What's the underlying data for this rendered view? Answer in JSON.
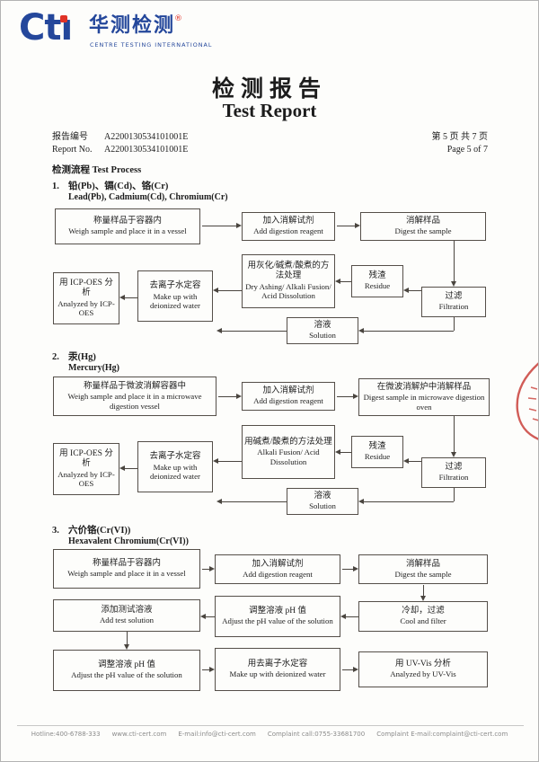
{
  "logo": {
    "brand": "Ctı",
    "brand_zh": "华测检测",
    "brand_en": "CENTRE TESTING INTERNATIONAL",
    "registered_mark": "®"
  },
  "header": {
    "title_zh": "检测报告",
    "title_en": "Test Report",
    "report_no_label_zh": "报告编号",
    "report_no_label_en": "Report No.",
    "report_no_value": "A2200130534101001E",
    "page_zh": "第 5 页  共 7 页",
    "page_en": "Page 5 of 7",
    "process_title": "检测流程 Test Process"
  },
  "sections": [
    {
      "number": "1.",
      "heading_zh": "铅(Pb)、镉(Cd)、铬(Cr)",
      "heading_en": "Lead(Pb), Cadmium(Cd), Chromium(Cr)",
      "boxes": {
        "weigh": {
          "zh": "称量样品于容器内",
          "en": "Weigh sample and place it in a vessel"
        },
        "reagent": {
          "zh": "加入消解试剂",
          "en": "Add digestion reagent"
        },
        "digest": {
          "zh": "消解样品",
          "en": "Digest the sample"
        },
        "filtration": {
          "zh": "过滤",
          "en": "Filtration"
        },
        "residue": {
          "zh": "残渣",
          "en": "Residue"
        },
        "treatment": {
          "zh": "用灰化/碱煮/酸煮的方法处理",
          "en": "Dry Ashing/ Alkali Fusion/ Acid Dissolution"
        },
        "makeup": {
          "zh": "去离子水定容",
          "en": "Make up with deionized water"
        },
        "analyze": {
          "zh": "用 ICP-OES 分析",
          "en": "Analyzed by ICP-OES"
        },
        "solution": {
          "zh": "溶液",
          "en": "Solution"
        }
      }
    },
    {
      "number": "2.",
      "heading_zh": "汞(Hg)",
      "heading_en": "Mercury(Hg)",
      "boxes": {
        "weigh": {
          "zh": "称量样品于微波消解容器中",
          "en": "Weigh sample and place it in a microwave digestion vessel"
        },
        "reagent": {
          "zh": "加入消解试剂",
          "en": "Add digestion reagent"
        },
        "digest": {
          "zh": "在微波消解炉中消解样品",
          "en": "Digest sample in microwave digestion oven"
        },
        "filtration": {
          "zh": "过滤",
          "en": "Filtration"
        },
        "residue": {
          "zh": "残渣",
          "en": "Residue"
        },
        "treatment": {
          "zh": "用碱煮/酸煮的方法处理",
          "en": "Alkali Fusion/ Acid Dissolution"
        },
        "makeup": {
          "zh": "去离子水定容",
          "en": "Make up with deionized water"
        },
        "analyze": {
          "zh": "用 ICP-OES 分析",
          "en": "Analyzed by ICP-OES"
        },
        "solution": {
          "zh": "溶液",
          "en": "Solution"
        }
      }
    },
    {
      "number": "3.",
      "heading_zh": "六价铬(Cr(VI))",
      "heading_en": "Hexavalent Chromium(Cr(VI))",
      "boxes": {
        "weigh": {
          "zh": "称量样品于容器内",
          "en": "Weigh sample and place it in a vessel"
        },
        "reagent": {
          "zh": "加入消解试剂",
          "en": "Add digestion reagent"
        },
        "digest": {
          "zh": "消解样品",
          "en": "Digest the sample"
        },
        "cool": {
          "zh": "冷却，过滤",
          "en": "Cool and filter"
        },
        "adjust1": {
          "zh": "调整溶液 pH 值",
          "en": "Adjust the pH value of the solution"
        },
        "addtest": {
          "zh": "添加测试溶液",
          "en": "Add test solution"
        },
        "adjust2": {
          "zh": "调整溶液 pH 值",
          "en": "Adjust the pH value of the solution"
        },
        "makeup": {
          "zh": "用去离子水定容",
          "en": "Make up with deionized water"
        },
        "analyze": {
          "zh": "用 UV-Vis 分析",
          "en": "Analyzed by UV-Vis"
        }
      }
    }
  ],
  "footer": {
    "items": [
      "Hotline:400-6788-333",
      "www.cti-cert.com",
      "E-mail:info@cti-cert.com",
      "Complaint call:0755-33681700",
      "Complaint E-mail:complaint@cti-cert.com"
    ]
  },
  "colors": {
    "brand_blue": "#24479b",
    "brand_red": "#e03226",
    "seal_red": "#c9403a"
  }
}
